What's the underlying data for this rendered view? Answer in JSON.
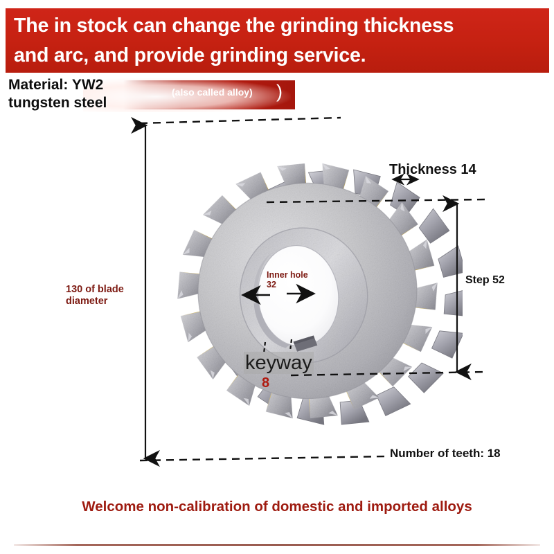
{
  "header": {
    "line1": "The in stock can change the grinding thickness",
    "line2": "and arc, and provide grinding service.",
    "background_color": "#c52111",
    "text_color": "#ffffff"
  },
  "material": {
    "line1": "Material: YW2",
    "line2": "tungsten steel",
    "text_color": "#0d0d0d"
  },
  "ribbon": {
    "text": "(also called alloy)",
    "paren": ")",
    "background_color": "#a8180e",
    "text_color": "#ffffff"
  },
  "diagram": {
    "product": "tungsten steel side milling saw blade",
    "labels": {
      "blade_diameter": "130 of blade diameter",
      "thickness": "Thickness 14",
      "step": "Step 52",
      "teeth": "Number of teeth: 18",
      "inner_hole": "Inner hole 32",
      "keyway": "keyway",
      "keyway_size": "8"
    },
    "label_colors": {
      "dark_red": "#7d1a12",
      "black": "#111111",
      "keyway_red": "#b0190f"
    },
    "blade_colors": {
      "body": "#c9c9cc",
      "body_dark": "#9a9aa0",
      "tooth_carbide": "#e8c24a",
      "tooth_tip": "#8e8e97"
    },
    "teeth_count": 18
  },
  "footer": {
    "slogan": "Welcome non-calibration of domestic and imported alloys",
    "text_color": "#9e1b10"
  }
}
